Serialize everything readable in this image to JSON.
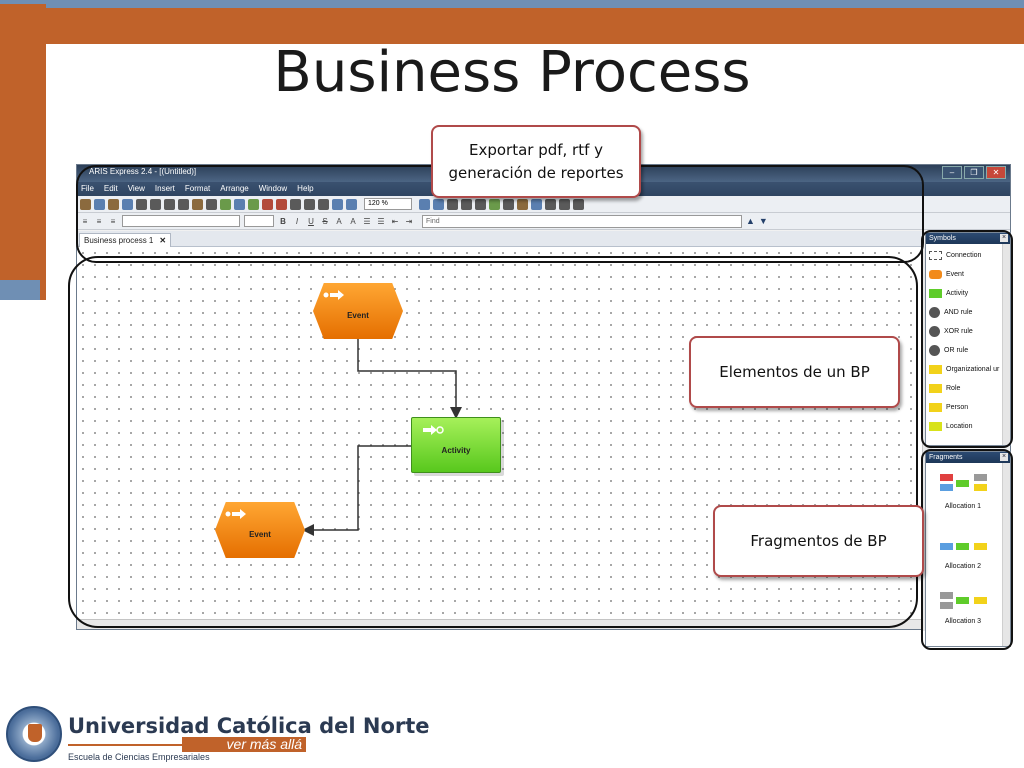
{
  "slide": {
    "title": "Business Process",
    "callouts": {
      "export": "Exportar pdf, rtf y generación de reportes",
      "elements": "Elementos de un BP",
      "fragments": "Fragmentos de BP"
    }
  },
  "app": {
    "window_title": "ARIS Express 2.4 - [(Untitled)]",
    "menu": [
      "File",
      "Edit",
      "View",
      "Insert",
      "Format",
      "Arrange",
      "Window",
      "Help"
    ],
    "zoom": "120 %",
    "find_placeholder": "Find",
    "tab_label": "Business process 1",
    "tab_close": "✕",
    "window_buttons": [
      "–",
      "❐",
      "✕"
    ]
  },
  "diagram": {
    "nodes": [
      {
        "id": "event-top",
        "type": "event",
        "label": "Event"
      },
      {
        "id": "activity",
        "type": "activity",
        "label": "Activity"
      },
      {
        "id": "event-bottom",
        "type": "event",
        "label": "Event"
      }
    ]
  },
  "symbols": {
    "header": "Symbols",
    "items": [
      {
        "label": "Connection",
        "swatch": "connection",
        "color": "#ffffff"
      },
      {
        "label": "Event",
        "swatch": "event",
        "color": "#f28a1a"
      },
      {
        "label": "Activity",
        "swatch": "activity",
        "color": "#5fcc2a"
      },
      {
        "label": "AND rule",
        "swatch": "rule",
        "color": "#555555"
      },
      {
        "label": "XOR rule",
        "swatch": "rule",
        "color": "#555555"
      },
      {
        "label": "OR rule",
        "swatch": "rule",
        "color": "#555555"
      },
      {
        "label": "Organizational ur",
        "swatch": "box",
        "color": "#f2d21a"
      },
      {
        "label": "Role",
        "swatch": "box",
        "color": "#f2d21a"
      },
      {
        "label": "Person",
        "swatch": "box",
        "color": "#f2d21a"
      },
      {
        "label": "Location",
        "swatch": "box",
        "color": "#d8e21a"
      }
    ]
  },
  "fragments": {
    "header": "Fragments",
    "items": [
      {
        "label": "Allocation 1"
      },
      {
        "label": "Allocation 2"
      },
      {
        "label": "Allocation 3"
      }
    ]
  },
  "footer": {
    "university": "Universidad Católica del Norte",
    "tagline": "ver más allá",
    "school": "Escuela de Ciencias Empresariales"
  },
  "colors": {
    "accent_orange": "#c0622a",
    "accent_blue": "#6f8fb4",
    "callout_border": "#b04a4a"
  }
}
